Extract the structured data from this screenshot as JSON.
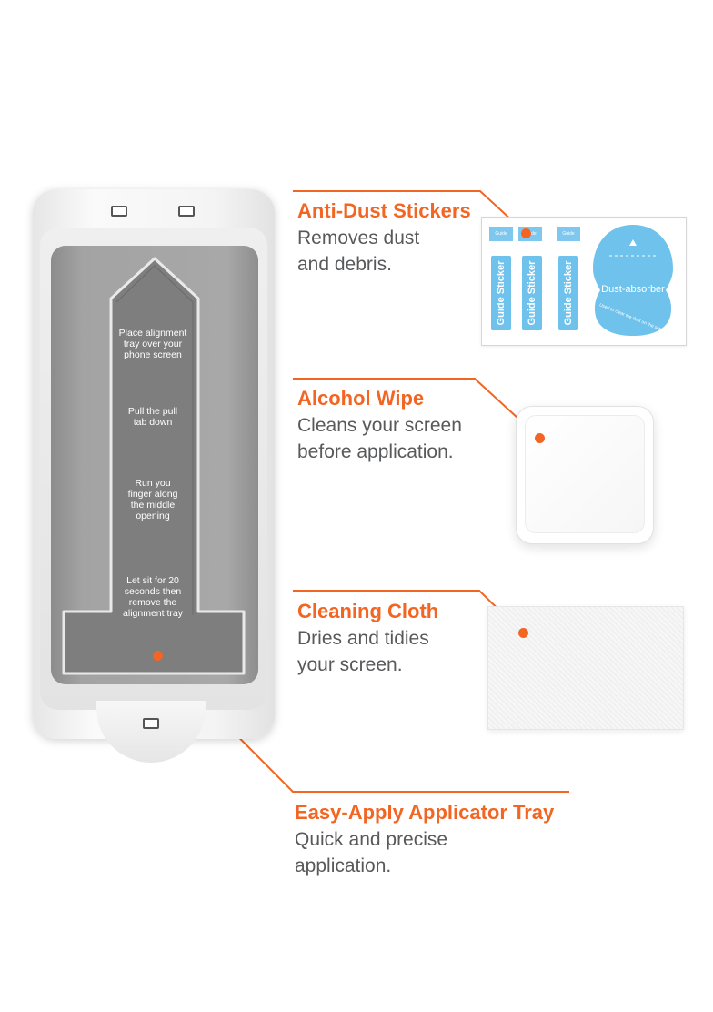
{
  "features": [
    {
      "title": "Anti-Dust Stickers",
      "desc": [
        "Removes dust",
        "and debris."
      ]
    },
    {
      "title": "Alcohol Wipe",
      "desc": [
        "Cleans your screen",
        "before application."
      ]
    },
    {
      "title": "Cleaning Cloth",
      "desc": [
        "Dries and tidies",
        "your screen."
      ]
    },
    {
      "title": "Easy-Apply Applicator Tray",
      "desc": [
        "Quick and precise",
        "application."
      ]
    }
  ],
  "tray_instructions": [
    [
      "Place alignment",
      "tray over your",
      "phone screen"
    ],
    [
      "Pull the pull",
      "tab down"
    ],
    [
      "Run you",
      "finger along",
      "the middle",
      "opening"
    ],
    [
      "Let sit for 20",
      "seconds then",
      "remove the",
      "alignment tray"
    ]
  ],
  "stickers": {
    "guide_label": "Guide Sticker",
    "absorber_label": "Dust-absorber",
    "absorber_note": "Used to clear the dust on the screen"
  },
  "colors": {
    "accent": "#f26522",
    "text": "#58595b",
    "sticker_blue": "#6ec2ec"
  }
}
